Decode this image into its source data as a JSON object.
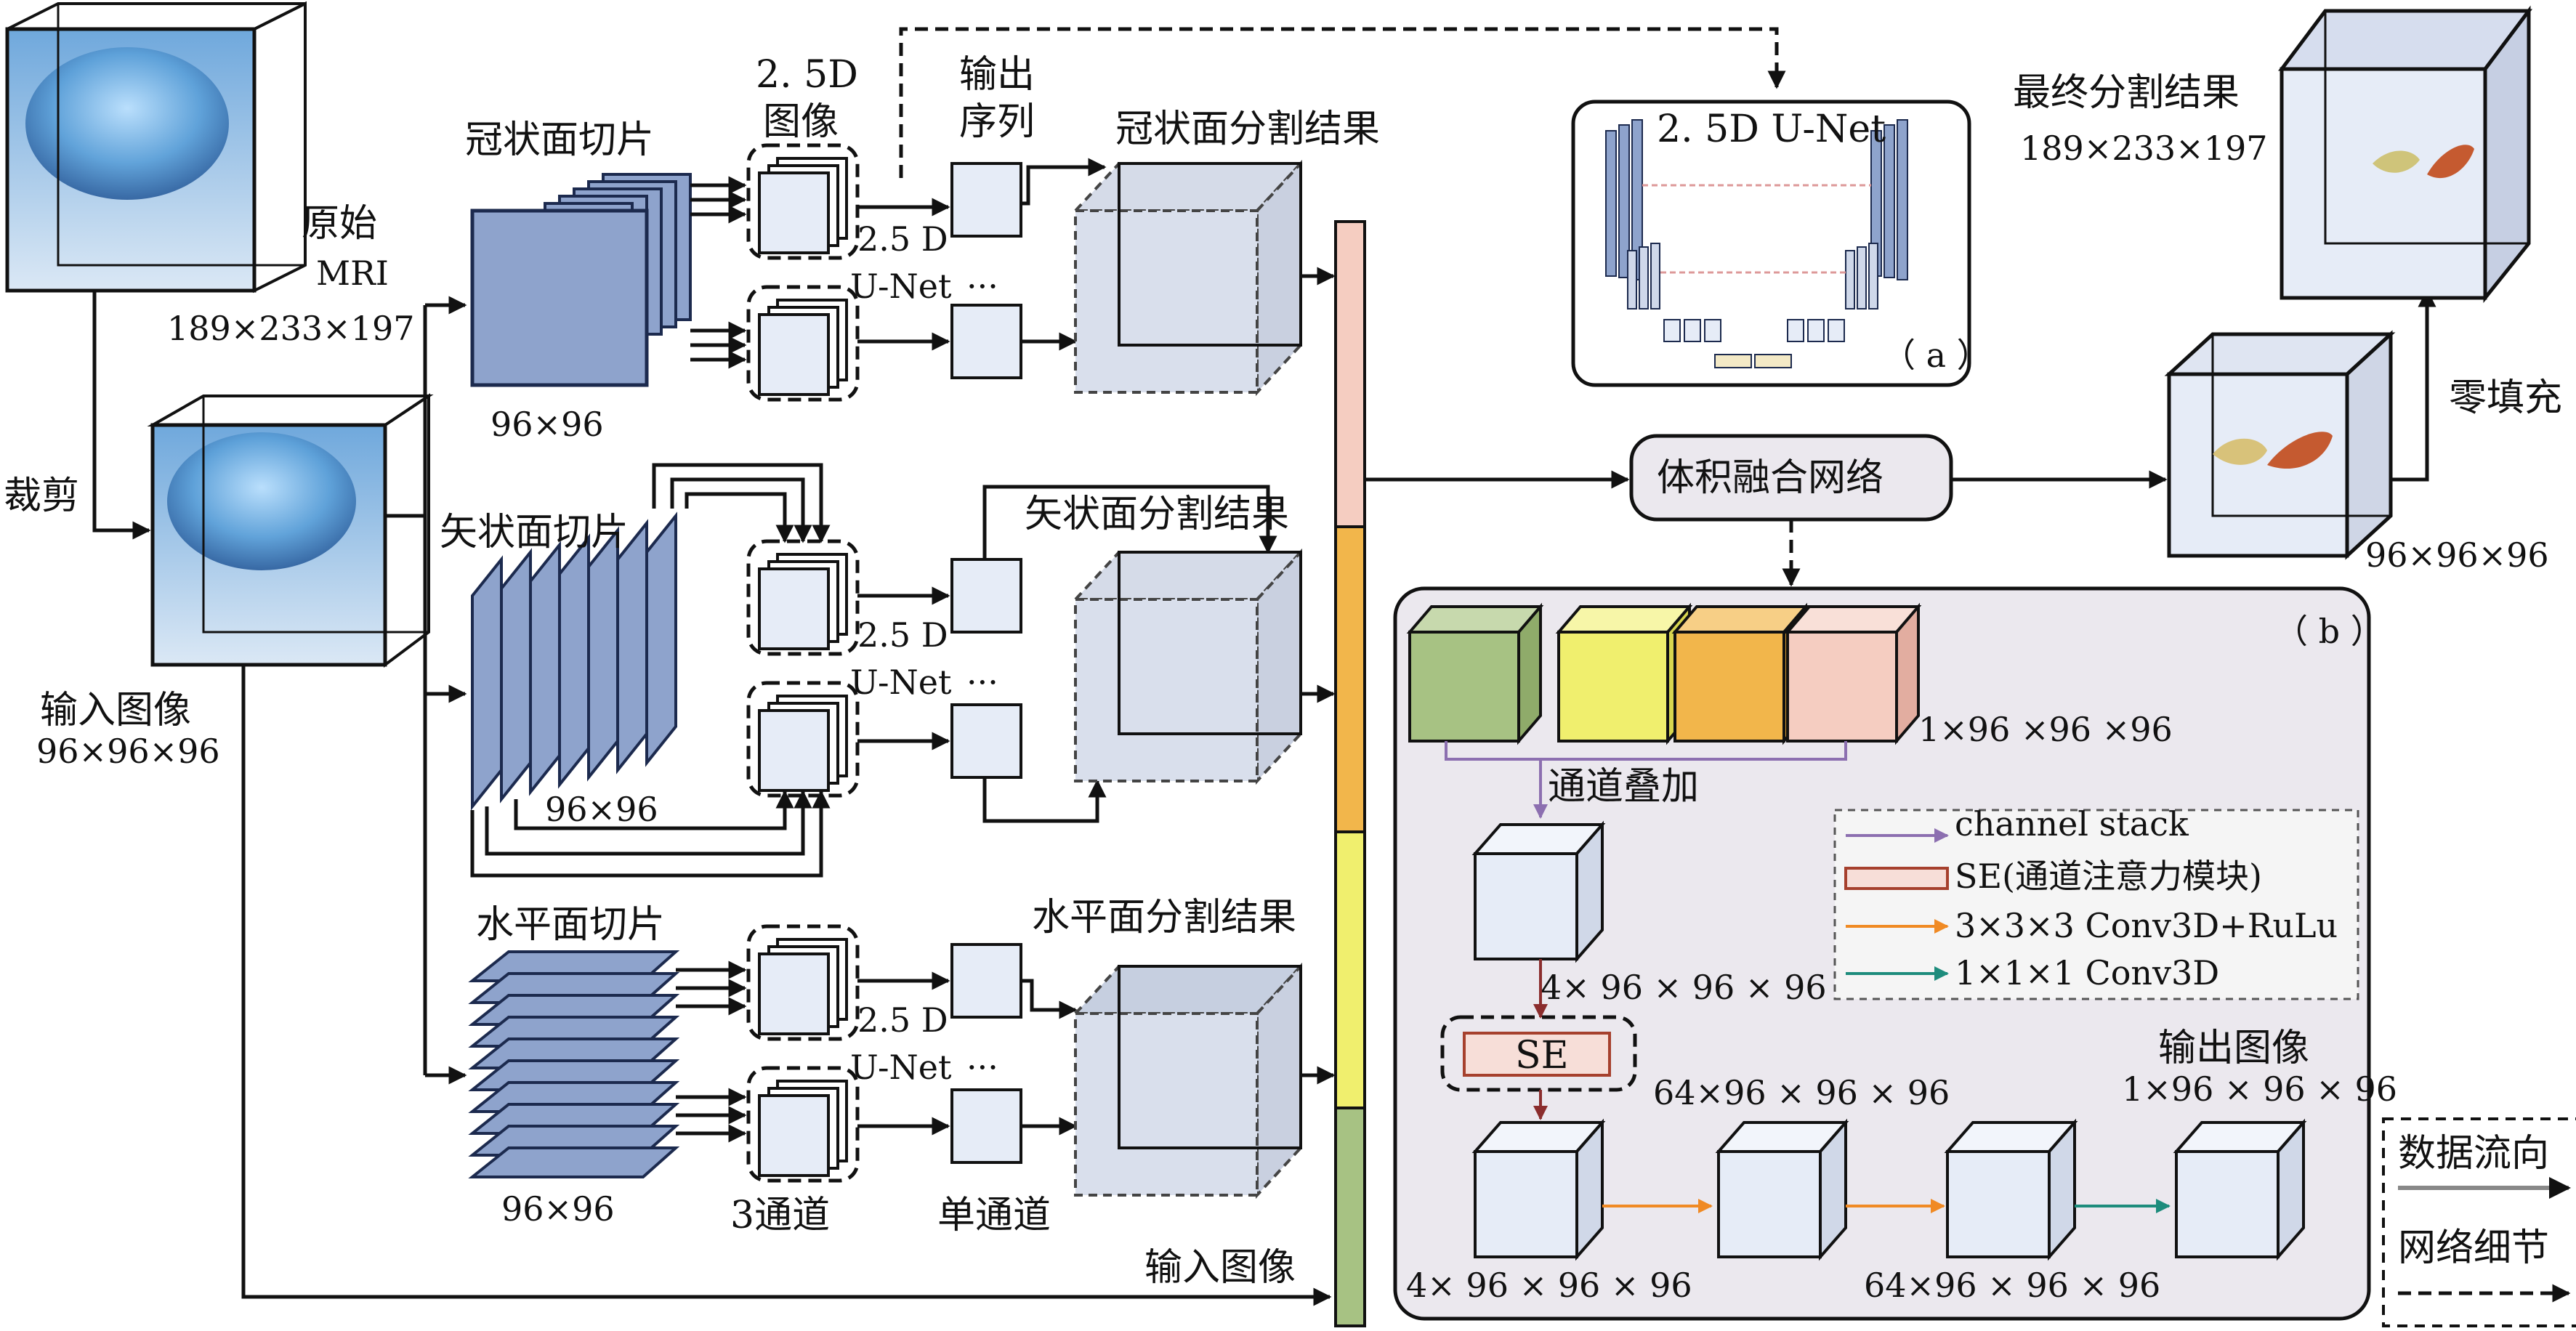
{
  "labels": {
    "original": "原始",
    "mri": "MRI",
    "orig_dims": "189×233×197",
    "crop": "裁剪",
    "input_image": "输入图像",
    "input_dims": "96×96×96",
    "coronal_slices": "冠状面切片",
    "sagittal_slices": "矢状面切片",
    "axial_slices": "水平面切片",
    "slice_dims": "96×96",
    "img25d_line1": "2. 5D",
    "img25d_line2": "图像",
    "output_line1": "输出",
    "output_line2": "序列",
    "coronal_result": "冠状面分割结果",
    "sagittal_result": "矢状面分割结果",
    "axial_result": "水平面分割结果",
    "model_25d": "2.5 D",
    "model_unet": "U-Net",
    "ellipsis": "···",
    "three_channel": "3通道",
    "single_channel": "单通道",
    "input_image_bottom": "输入图像",
    "unet_title": "2. 5D U-Net",
    "panel_a": "（ a ）",
    "panel_b": "（ b ）",
    "fusion_net": "体积融合网络",
    "final_result": "最终分割结果",
    "final_dims": "189×233×197",
    "zero_fill": "零填充",
    "fused_dims": "96×96×96",
    "stack_dims": "1×96 ×96 ×96",
    "channel_concat": "通道叠加",
    "after_stack_dims": "4× 96 × 96 × 96",
    "se": "SE",
    "dims_64_top": "64×96 × 96 × 96",
    "output_image": "输出图像",
    "output_dims": "1×96 × 96 × 96",
    "dims_4_bottom": "4× 96 × 96 × 96",
    "dims_64_bottom": "64×96 × 96 × 96",
    "legend_channel_stack": "channel stack",
    "legend_se": "SE(通道注意力模块)",
    "legend_conv333": "3×3×3 Conv3D+RuLu",
    "legend_conv111": "1×1×1 Conv3D",
    "key_data_flow": "数据流向",
    "key_net_detail": "网络细节"
  },
  "colors": {
    "cube_face": "#e6ecf7",
    "slice_fill": "#8ea3cc",
    "slice_edge": "#1c2a4e",
    "green": "#a7c283",
    "yellow": "#f0ef6e",
    "orange": "#f2b64b",
    "pink": "#f5cdc1",
    "panel_bg": "#ebe8ee",
    "stack_arrow": "#8c6fb0",
    "se_arrow": "#8b2d2d",
    "conv333_arrow": "#f08a24",
    "conv111_arrow": "#1d8c7c",
    "se_box": "#f7ded8",
    "se_edge": "#a6402d"
  }
}
